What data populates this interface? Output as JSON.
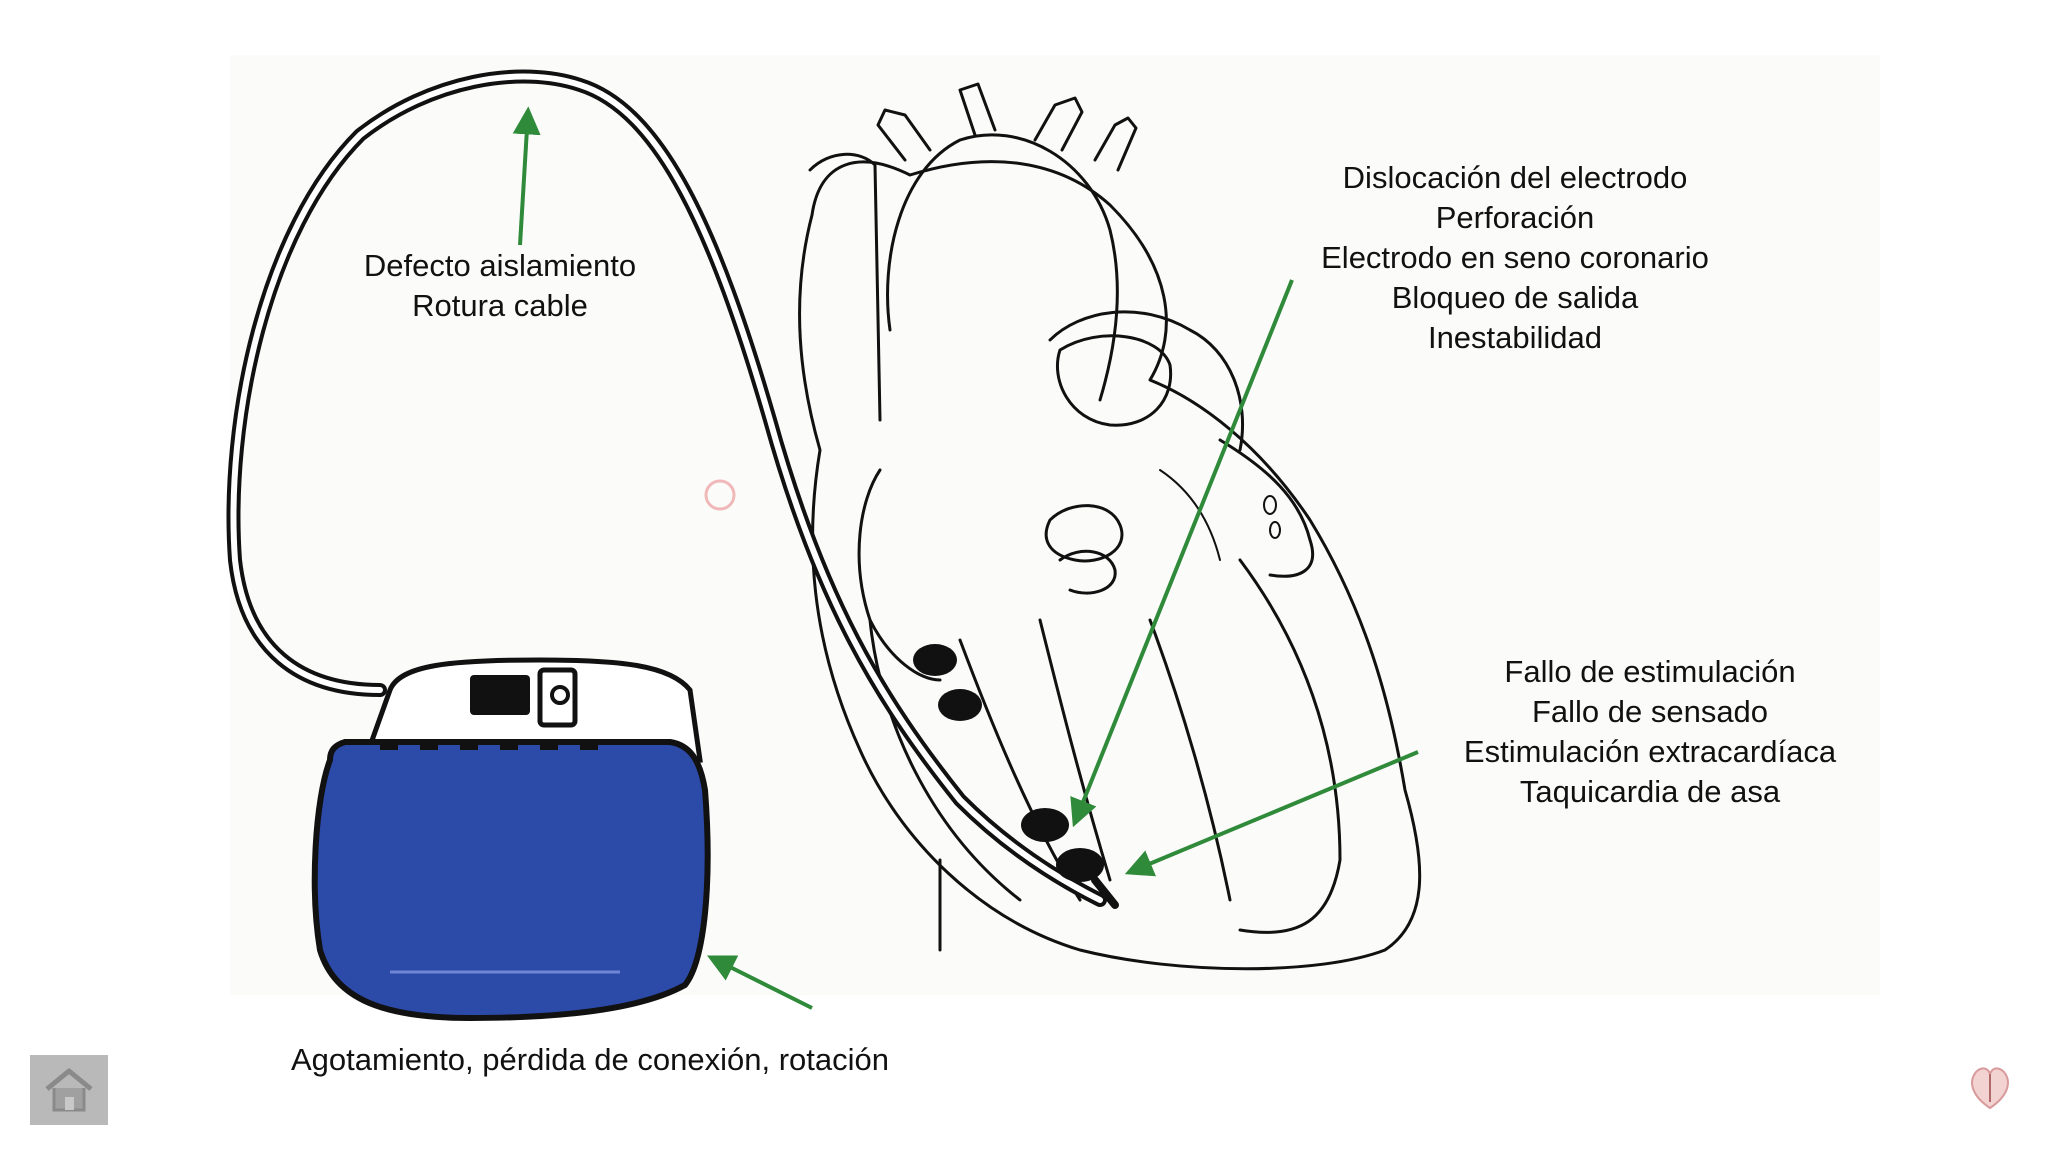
{
  "colors": {
    "background": "#ffffff",
    "arrow": "#2f8a3a",
    "battery": "#2c4aa8",
    "outline": "#111111"
  },
  "labels": {
    "cable": [
      "Defecto aislamiento",
      "Rotura cable"
    ],
    "electrode": [
      "Dislocación del electrodo",
      "Perforación",
      "Electrodo en seno coronario",
      "Bloqueo de salida",
      "Inestabilidad"
    ],
    "stimulation": [
      "Fallo de estimulación",
      "Fallo de sensado",
      "Estimulación extracardíaca",
      "Taquicardia de asa"
    ],
    "battery": "Agotamiento, pérdida de conexión, rotación"
  },
  "icons": {
    "home": "home-icon",
    "logo": "logo-icon"
  }
}
